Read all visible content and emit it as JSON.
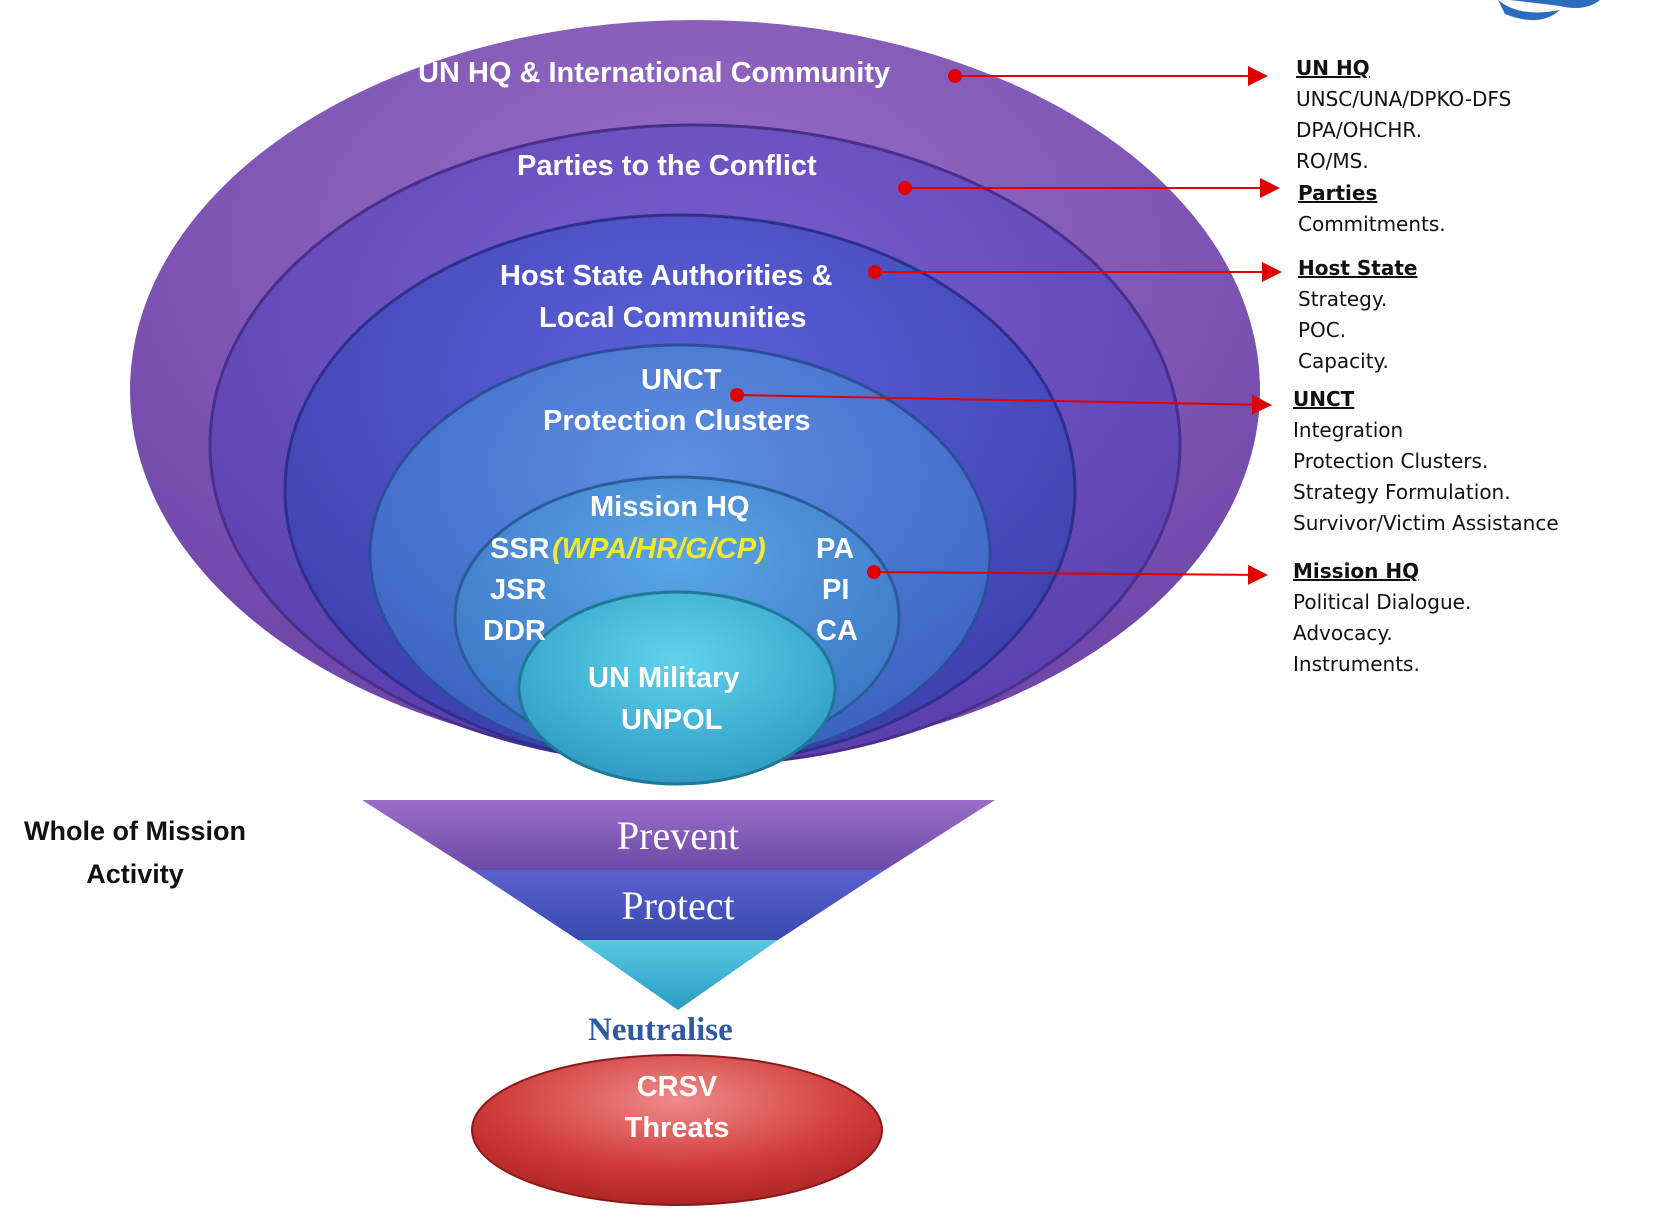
{
  "rings": {
    "un_hq": "UN HQ & International Community",
    "parties": "Parties to the Conflict",
    "host_state_1": "Host State Authorities &",
    "host_state_2": "Local Communities",
    "unct_1": "UNCT",
    "unct_2": "Protection Clusters",
    "mission_hq": "Mission HQ",
    "mission_sub": "(WPA/HR/G/CP)",
    "left_items": [
      "SSR",
      "JSR",
      "DDR"
    ],
    "right_items": [
      "PA",
      "PI",
      "CA"
    ],
    "core_1": "UN Military",
    "core_2": "UNPOL"
  },
  "notes": [
    {
      "head": "UN HQ",
      "lines": [
        "UNSC/UNA/DPKO-DFS",
        "DPA/OHCHR.",
        "RO/MS."
      ]
    },
    {
      "head": "Parties",
      "lines": [
        "Commitments."
      ]
    },
    {
      "head": "Host State",
      "lines": [
        "Strategy.",
        "POC.",
        "Capacity."
      ]
    },
    {
      "head": "UNCT",
      "lines": [
        "Integration",
        "Protection Clusters.",
        "Strategy Formulation.",
        "Survivor/Victim Assistance"
      ]
    },
    {
      "head": "Mission HQ",
      "lines": [
        "Political Dialogue.",
        "Advocacy.",
        "Instruments."
      ]
    }
  ],
  "funnel": {
    "side_label_1": "Whole of Mission",
    "side_label_2": "Activity",
    "prevent": "Prevent",
    "protect": "Protect",
    "neutralise": "Neutralise"
  },
  "threat": {
    "line1": "CRSV",
    "line2": "Threats"
  },
  "colors": {
    "outer_purple": "#8a5cb8",
    "mid_purple": "#6a52c0",
    "host_blue": "#4f58c8",
    "unct_blue": "#4b7ad6",
    "mission_blue": "#4f93d8",
    "core_cyan": "#3ab8d6",
    "threat_red": "#c93a3a",
    "arrow_red": "#e00000",
    "neutralise_blue": "#2f5aa3"
  }
}
